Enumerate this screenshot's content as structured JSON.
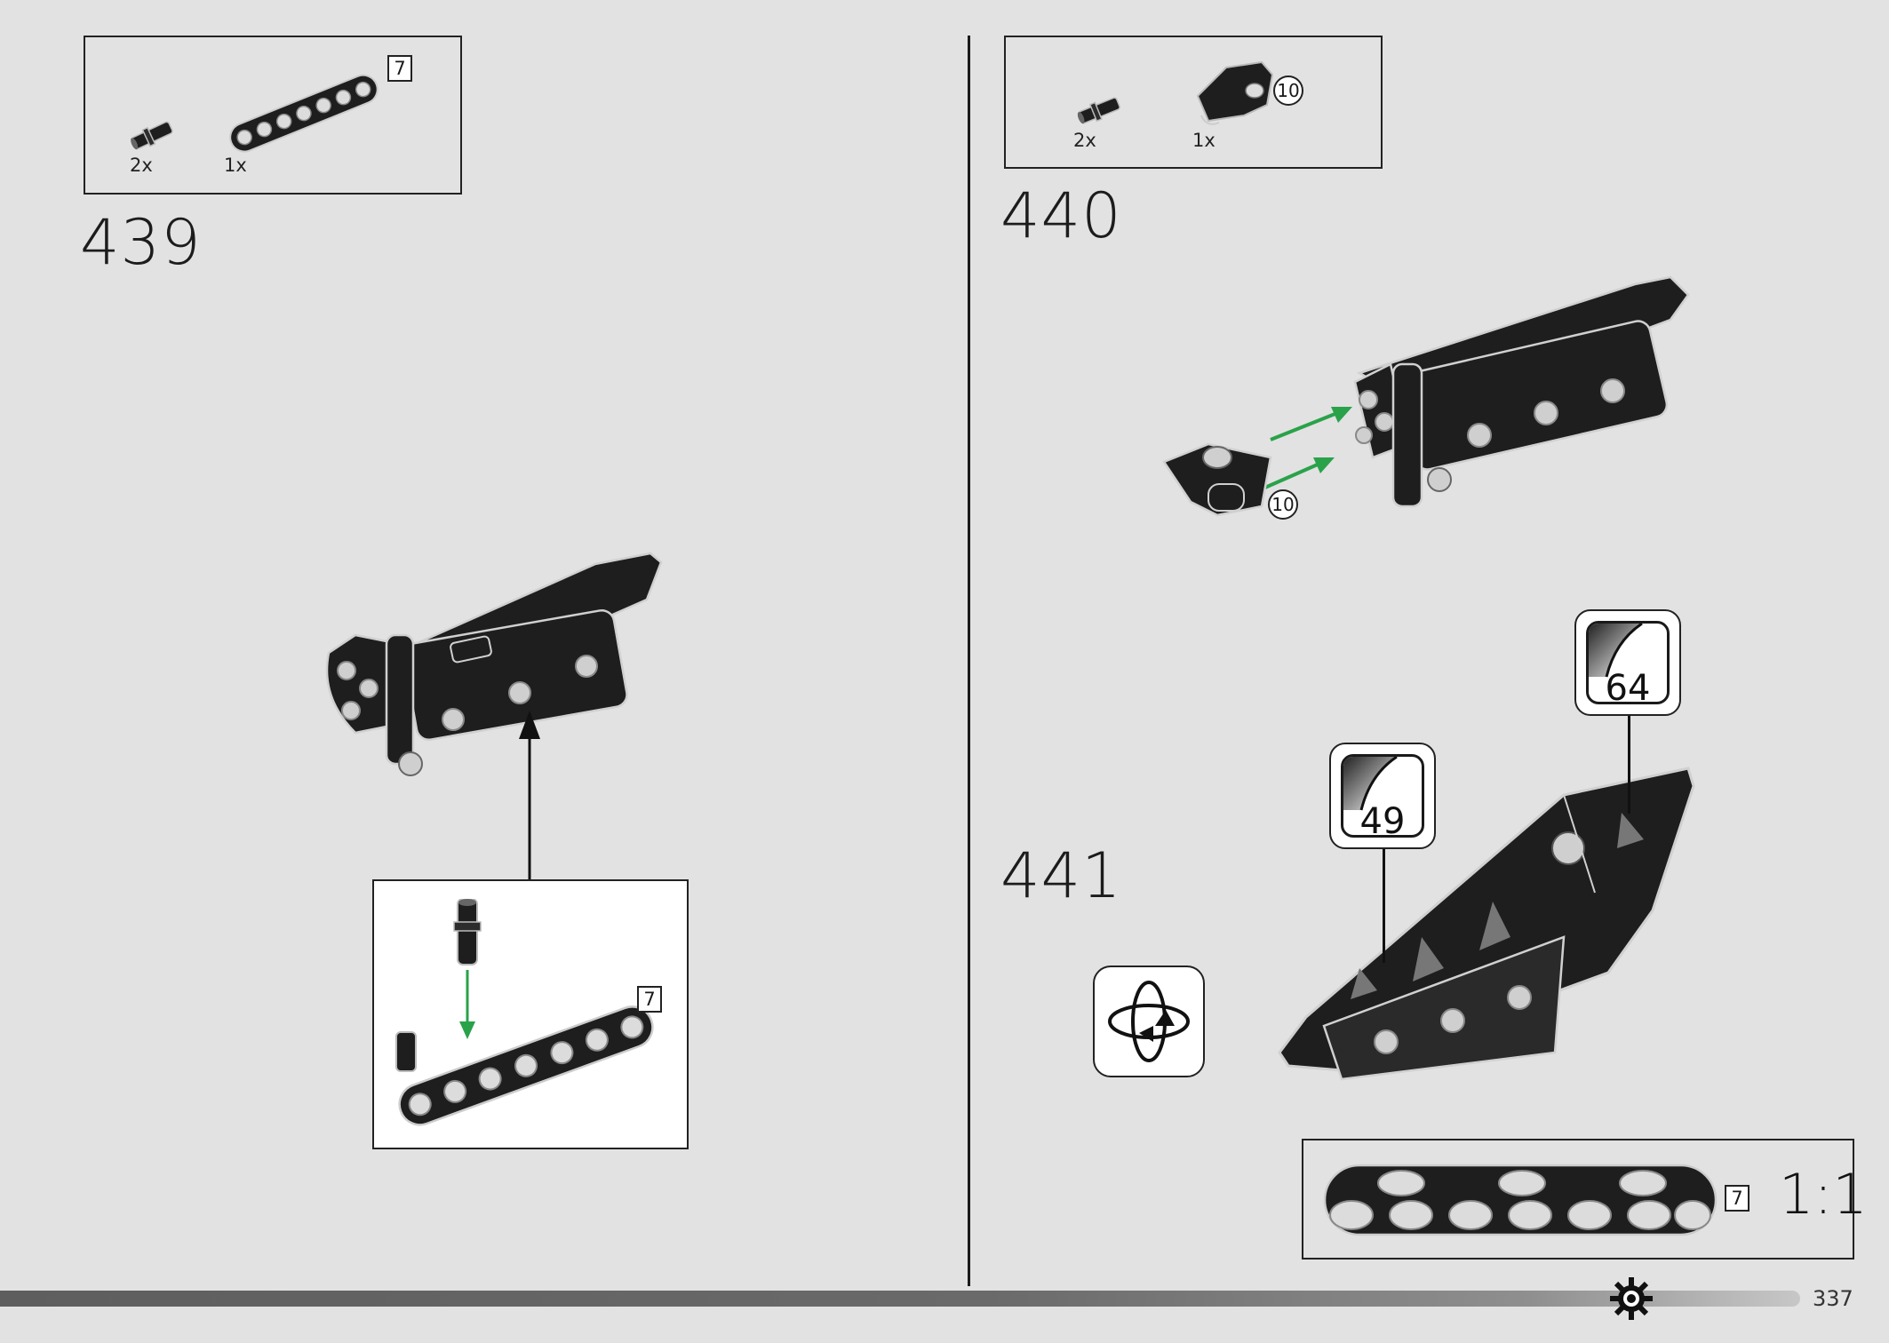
{
  "page": {
    "number": "337"
  },
  "step439": {
    "number": "439",
    "parts": [
      {
        "qty": "2x",
        "icon": "axle-pin-icon"
      },
      {
        "qty": "1x",
        "icon": "beam-7-icon",
        "length": "7"
      }
    ],
    "subassembly": {
      "length": "7",
      "icon": "beam-with-pin-icon"
    }
  },
  "step440": {
    "number": "440",
    "parts": [
      {
        "qty": "2x",
        "icon": "axle-pin-icon"
      },
      {
        "qty": "1x",
        "icon": "angled-connector-icon",
        "ref": "10"
      }
    ],
    "ref": "10"
  },
  "step441": {
    "number": "441",
    "stickers": [
      {
        "number": "49"
      },
      {
        "number": "64"
      }
    ]
  },
  "scale": {
    "length": "7",
    "label": "1:1"
  },
  "colors": {
    "background": "#e2e2e2",
    "part": "#1e1e1e",
    "arrow_green": "#2aa24a",
    "outline": "#cfcfcf"
  }
}
